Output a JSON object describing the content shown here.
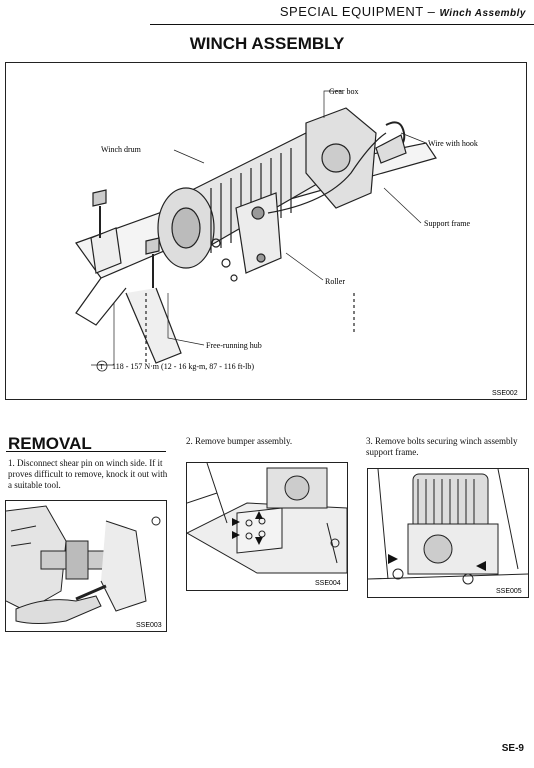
{
  "header": {
    "section": "SPECIAL EQUIPMENT",
    "sep": " – ",
    "subsection": "Winch Assembly"
  },
  "title": "WINCH ASSEMBLY",
  "main_figure": {
    "code": "SSE002",
    "labels": {
      "gear_box": "Gear box",
      "wire_with_hook": "Wire with hook",
      "winch_drum": "Winch drum",
      "support_frame": "Support frame",
      "roller": "Roller",
      "free_running_hub": "Free-running hub",
      "torque_symbol": "T",
      "torque": "118 - 157 N·m (12 - 16 kg-m, 87 - 116 ft-lb)"
    }
  },
  "removal": {
    "heading": "REMOVAL",
    "step1": "1. Disconnect shear pin on winch side. If it proves difficult to remove, knock it out with a suitable tool.",
    "step2": "2. Remove bumper assembly.",
    "step3": "3. Remove bolts securing winch assembly support frame.",
    "fig1_code": "SSE003",
    "fig2_code": "SSE004",
    "fig3_code": "SSE005"
  },
  "page_number": "SE-9"
}
